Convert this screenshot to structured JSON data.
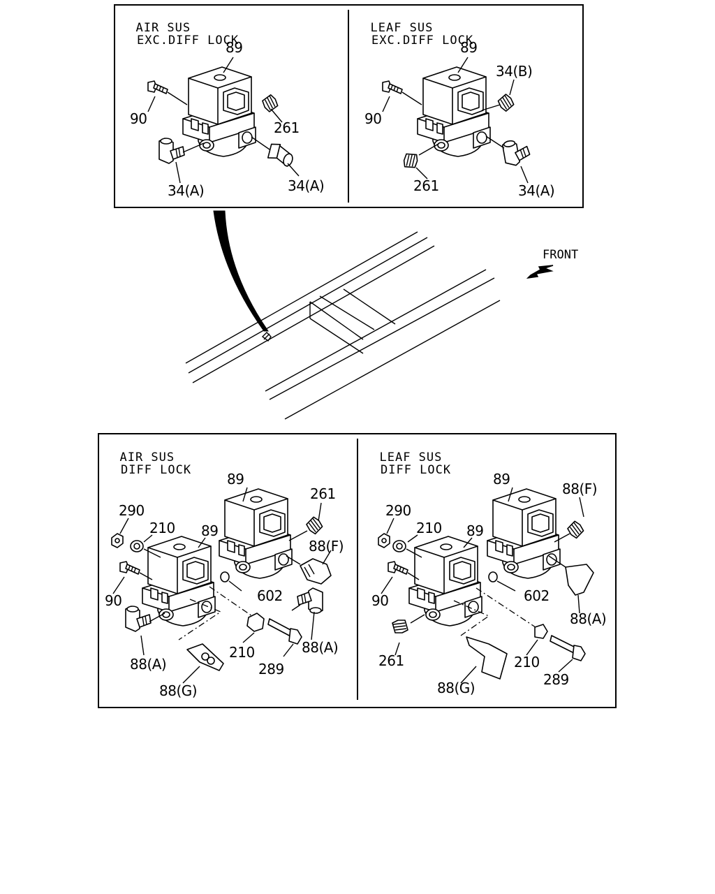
{
  "panels": {
    "top_left": {
      "title_line1": "AIR SUS",
      "title_line2": "EXC.DIFF LOCK"
    },
    "top_right": {
      "title_line1": "LEAF SUS",
      "title_line2": "EXC.DIFF LOCK"
    },
    "bottom_left": {
      "title_line1": "AIR SUS",
      "title_line2": "DIFF LOCK"
    },
    "bottom_right": {
      "title_line1": "LEAF SUS",
      "title_line2": "DIFF LOCK"
    }
  },
  "front_label": "FRONT",
  "callouts": {
    "tl": {
      "c89": "89",
      "c90": "90",
      "c261": "261",
      "c34a_left": "34(A)",
      "c34a_right": "34(A)"
    },
    "tr": {
      "c89": "89",
      "c34b": "34(B)",
      "c90": "90",
      "c261": "261",
      "c34a": "34(A)"
    },
    "bl": {
      "c89_rear": "89",
      "c261": "261",
      "c290": "290",
      "c210_top": "210",
      "c89_front": "89",
      "c88f": "88(F)",
      "c90": "90",
      "c602": "602",
      "c88a_right": "88(A)",
      "c210_bottom": "210",
      "c289": "289",
      "c88a_left": "88(A)",
      "c88g": "88(G)"
    },
    "br": {
      "c89_rear": "89",
      "c88f": "88(F)",
      "c290": "290",
      "c210_top": "210",
      "c89_front": "89",
      "c90": "90",
      "c602": "602",
      "c88a": "88(A)",
      "c261": "261",
      "c210_bottom": "210",
      "c289": "289",
      "c88g": "88(G)"
    }
  }
}
